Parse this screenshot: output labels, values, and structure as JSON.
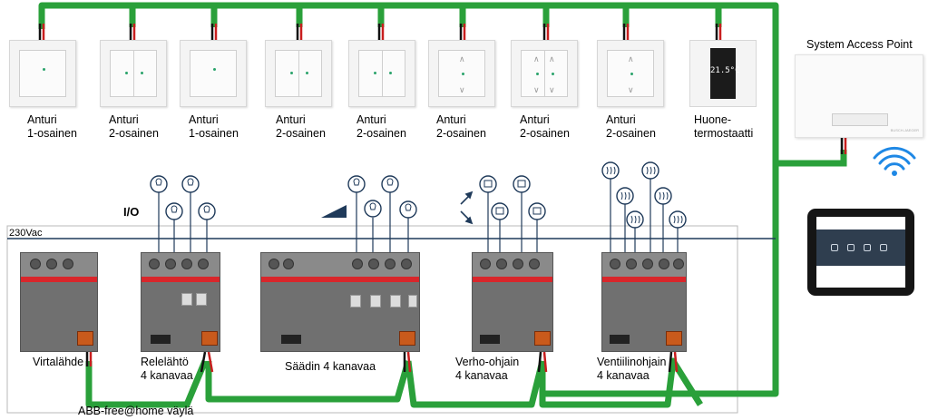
{
  "sensors": [
    {
      "label": "Anturi\n1-osainen",
      "kind": "single"
    },
    {
      "label": "Anturi\n2-osainen",
      "kind": "double"
    },
    {
      "label": "Anturi\n1-osainen",
      "kind": "single"
    },
    {
      "label": "Anturi\n2-osainen",
      "kind": "double"
    },
    {
      "label": "Anturi\n2-osainen",
      "kind": "double"
    },
    {
      "label": "Anturi\n2-osainen",
      "kind": "updown"
    },
    {
      "label": "Anturi\n2-osainen",
      "kind": "updown-double"
    },
    {
      "label": "Anturi\n2-osainen",
      "kind": "updown"
    }
  ],
  "thermostat": {
    "label": "Huone-\ntermostaatti",
    "display": "21.5°C"
  },
  "access_point": {
    "title": "System Access Point",
    "brand": "BUSCH-JAEGER"
  },
  "io_label": "I/O",
  "mains_label": "230Vac",
  "bus_label": "ABB-free@home väylä",
  "actuators": [
    {
      "label": "Virtalähde"
    },
    {
      "label": "Relelähtö\n4 kanavaa"
    },
    {
      "label": "Säädin 4 kanavaa"
    },
    {
      "label": "Verho-ohjain\n4 kanavaa"
    },
    {
      "label": "Ventiilinohjain\n4 kanavaa"
    }
  ],
  "colors": {
    "bus": "#2aa03a",
    "module_red": "#d9262b",
    "wire_red": "#c81e1e",
    "wireless": "#1e88e5",
    "mains_line": "#1f3a5a"
  }
}
